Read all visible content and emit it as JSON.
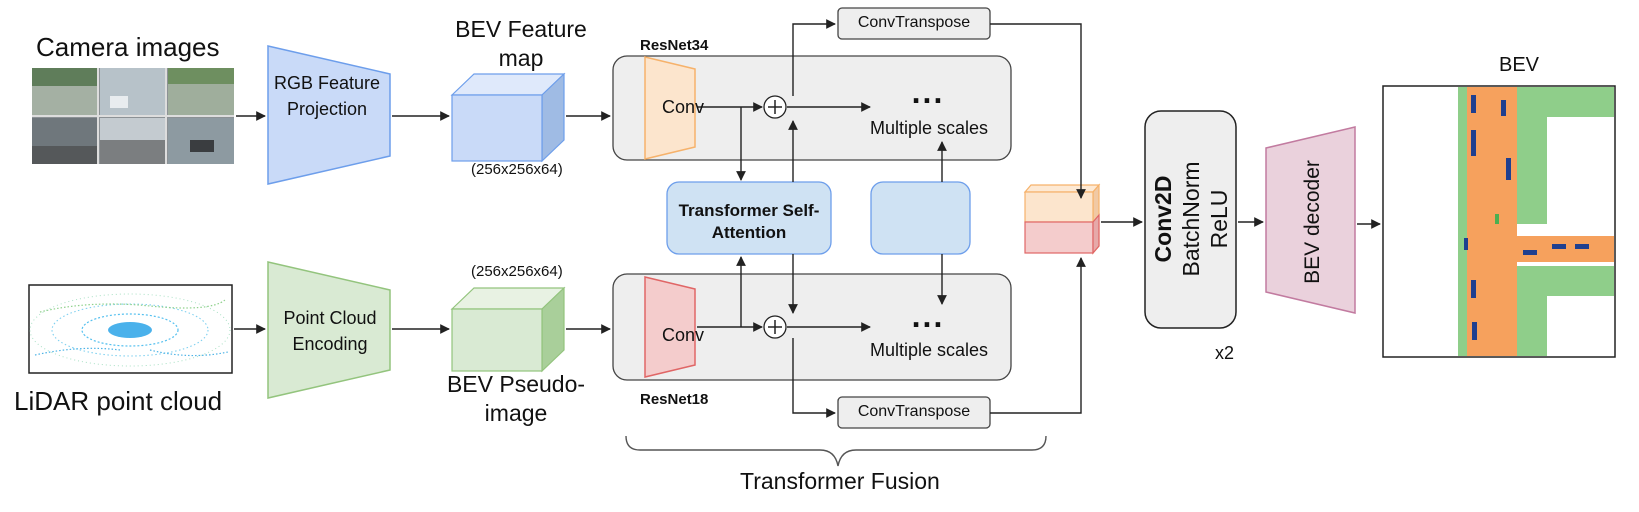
{
  "inputs": {
    "camera_label": "Camera images",
    "lidar_label": "LiDAR point cloud"
  },
  "camera_branch": {
    "projection_label": "RGB Feature Projection",
    "bev_feature_label": "BEV Feature map",
    "bev_feature_dims": "(256x256x64)",
    "backbone": "ResNet34",
    "conv_label": "Conv",
    "scales_dots": "...",
    "scales_label": "Multiple scales",
    "upsample_label": "ConvTranspose"
  },
  "lidar_branch": {
    "encoding_label": "Point Cloud Encoding",
    "pseudo_image_label": "BEV Pseudo-image",
    "pseudo_image_dims": "(256x256x64)",
    "backbone": "ResNet18",
    "conv_label": "Conv",
    "scales_dots": "...",
    "scales_label": "Multiple scales",
    "upsample_label": "ConvTranspose"
  },
  "fusion": {
    "attention_label": "Transformer Self-Attention",
    "group_label": "Transformer Fusion"
  },
  "head": {
    "block_lines": [
      "Conv2D",
      "BatchNorm",
      "ReLU"
    ],
    "repeat_label": "x2",
    "decoder_label": "BEV decoder",
    "output_label": "BEV"
  },
  "colors": {
    "camera_fill": "#c9daf8",
    "camera_stroke": "#6d9eeb",
    "lidar_fill": "#d9ead3",
    "lidar_stroke": "#93c47d",
    "conv_cam_fill": "#fce5cd",
    "conv_cam_stroke": "#f6b26b",
    "conv_lidar_fill": "#f4cccc",
    "conv_lidar_stroke": "#e06666",
    "backbone_fill": "#eeeeee",
    "attention_fill": "#cfe2f3",
    "decoder_fill": "#ead1dc",
    "decoder_stroke": "#c27ba0",
    "road_color": "#f6a15d",
    "vegetation_color": "#8fce8a",
    "vehicle_color": "#1f3f8f"
  }
}
